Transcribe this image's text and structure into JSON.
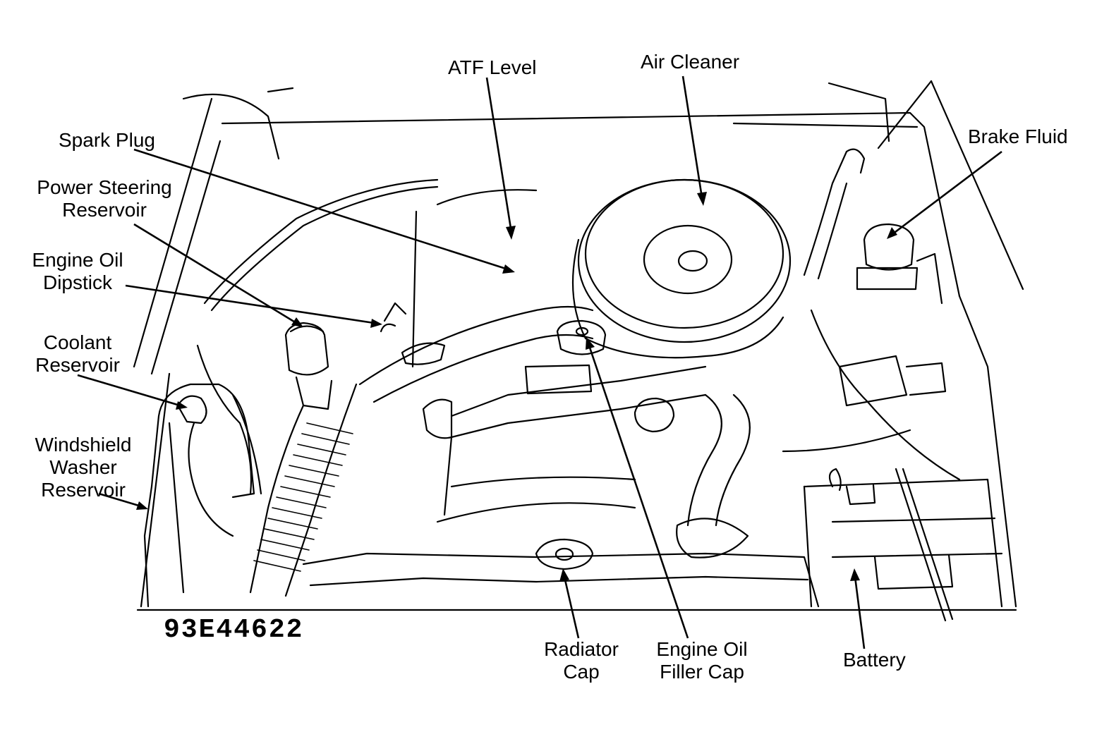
{
  "labels": {
    "atf_level": "ATF Level",
    "air_cleaner": "Air Cleaner",
    "spark_plug": "Spark Plug",
    "brake_fluid": "Brake Fluid",
    "power_steering_reservoir": "Power Steering\nReservoir",
    "engine_oil_dipstick": "Engine Oil\nDipstick",
    "coolant_reservoir": "Coolant\nReservoir",
    "windshield_washer_reservoir": "Windshield\nWasher\nReservoir",
    "radiator_cap": "Radiator\nCap",
    "engine_oil_filler_cap": "Engine Oil\nFiller Cap",
    "battery": "Battery"
  },
  "figure_number": "93E44622"
}
